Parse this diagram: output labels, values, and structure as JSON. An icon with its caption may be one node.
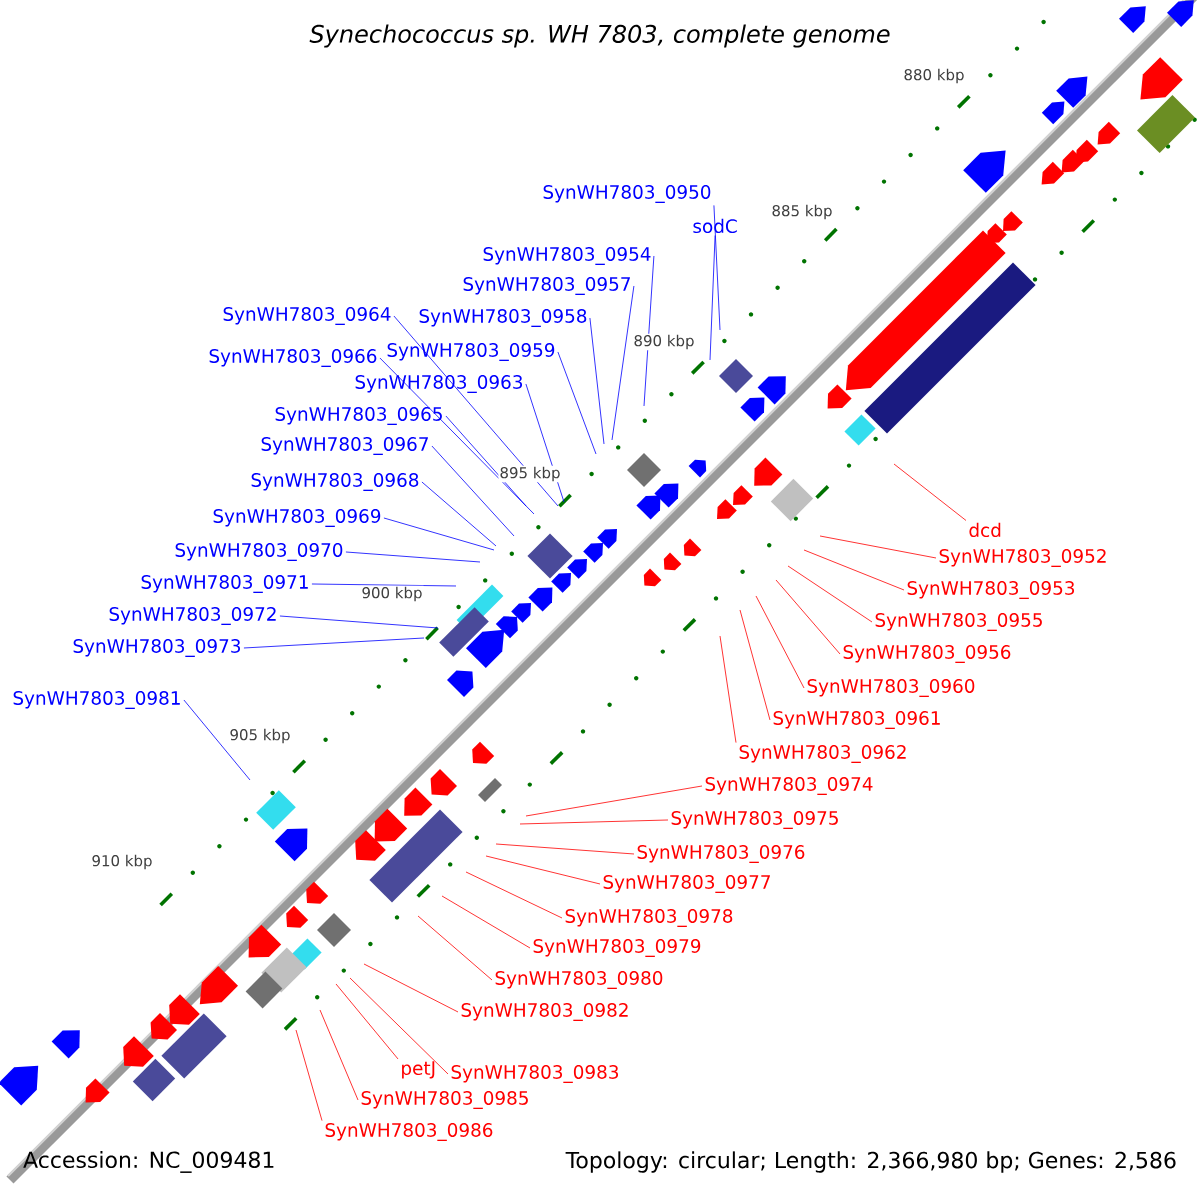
{
  "diagram": {
    "title": "Synechococcus sp. WH 7803, complete genome",
    "nodes": [
      {
        "text": [
          "SynWH7803_0950"
        ]
      },
      {
        "text": [
          "sodC"
        ]
      },
      {
        "text": [
          "SynWH7803_0954"
        ]
      },
      {
        "text": [
          "SynWH7803_0957"
        ]
      },
      {
        "text": [
          "SynWH7803_0958"
        ]
      },
      {
        "text": [
          "SynWH7803_0964"
        ]
      },
      {
        "text": [
          "SynWH7803_0959"
        ]
      },
      {
        "text": [
          "SynWH7803_0966"
        ]
      },
      {
        "text": [
          "SynWH7803_0963"
        ]
      },
      {
        "text": [
          "SynWH7803_0965"
        ]
      },
      {
        "text": [
          "SynWH7803_0967"
        ]
      },
      {
        "text": [
          "SynWH7803_0968"
        ]
      },
      {
        "text": [
          "SynWH7803_0969"
        ]
      },
      {
        "text": [
          "SynWH7803_0970"
        ]
      },
      {
        "text": [
          "SynWH7803_0971"
        ]
      },
      {
        "text": [
          "SynWH7803_0972"
        ]
      },
      {
        "text": [
          "SynWH7803_0973"
        ]
      },
      {
        "text": [
          "SynWH7803_0981"
        ]
      },
      {
        "text": [
          "dcd"
        ]
      },
      {
        "text": [
          "SynWH7803_0952"
        ]
      },
      {
        "text": [
          "SynWH7803_0953"
        ]
      },
      {
        "text": [
          "SynWH7803_0955"
        ]
      },
      {
        "text": [
          "SynWH7803_0956"
        ]
      },
      {
        "text": [
          "SynWH7803_0960"
        ]
      },
      {
        "text": [
          "SynWH7803_0961"
        ]
      },
      {
        "text": [
          "SynWH7803_0962"
        ]
      },
      {
        "text": [
          "SynWH7803_0974"
        ]
      },
      {
        "text": [
          "SynWH7803_0975"
        ]
      },
      {
        "text": [
          "SynWH7803_0976"
        ]
      },
      {
        "text": [
          "SynWH7803_0977"
        ]
      },
      {
        "text": [
          "SynWH7803_0978"
        ]
      },
      {
        "text": [
          "SynWH7803_0979"
        ]
      },
      {
        "text": [
          "SynWH7803_0980"
        ]
      },
      {
        "text": [
          "SynWH7803_0982"
        ]
      },
      {
        "text": [
          "petJ"
        ]
      },
      {
        "text": [
          "SynWH7803_0983"
        ]
      },
      {
        "text": [
          "SynWH7803_0985"
        ]
      },
      {
        "text": [
          "SynWH7803_0986"
        ]
      }
    ],
    "edges": [
      {
        "from": 0,
        "to": null,
        "arrow": "none",
        "color": "#0000ff"
      },
      {
        "from": 1,
        "to": null,
        "arrow": "none",
        "color": "#0000ff"
      },
      {
        "from": 2,
        "to": null,
        "arrow": "none",
        "color": "#0000ff"
      },
      {
        "from": 3,
        "to": null,
        "arrow": "none",
        "color": "#0000ff"
      },
      {
        "from": 4,
        "to": null,
        "arrow": "none",
        "color": "#0000ff"
      },
      {
        "from": 5,
        "to": null,
        "arrow": "none",
        "color": "#0000ff"
      },
      {
        "from": 6,
        "to": null,
        "arrow": "none",
        "color": "#0000ff"
      },
      {
        "from": 7,
        "to": null,
        "arrow": "none",
        "color": "#0000ff"
      },
      {
        "from": 8,
        "to": null,
        "arrow": "none",
        "color": "#0000ff"
      },
      {
        "from": 9,
        "to": null,
        "arrow": "none",
        "color": "#0000ff"
      },
      {
        "from": 10,
        "to": null,
        "arrow": "none",
        "color": "#0000ff"
      },
      {
        "from": 11,
        "to": null,
        "arrow": "none",
        "color": "#0000ff"
      },
      {
        "from": 12,
        "to": null,
        "arrow": "none",
        "color": "#0000ff"
      },
      {
        "from": 13,
        "to": null,
        "arrow": "none",
        "color": "#0000ff"
      },
      {
        "from": 14,
        "to": null,
        "arrow": "none",
        "color": "#0000ff"
      },
      {
        "from": 15,
        "to": null,
        "arrow": "none",
        "color": "#0000ff"
      },
      {
        "from": 16,
        "to": null,
        "arrow": "none",
        "color": "#0000ff"
      },
      {
        "from": 17,
        "to": null,
        "arrow": "none",
        "color": "#0000ff"
      },
      {
        "from": 18,
        "to": null,
        "arrow": "none",
        "color": "#ff0000"
      },
      {
        "from": 19,
        "to": null,
        "arrow": "none",
        "color": "#ff0000"
      },
      {
        "from": 20,
        "to": null,
        "arrow": "none",
        "color": "#ff0000"
      },
      {
        "from": 21,
        "to": null,
        "arrow": "none",
        "color": "#ff0000"
      },
      {
        "from": 22,
        "to": null,
        "arrow": "none",
        "color": "#ff0000"
      },
      {
        "from": 23,
        "to": null,
        "arrow": "none",
        "color": "#ff0000"
      },
      {
        "from": 24,
        "to": null,
        "arrow": "none",
        "color": "#ff0000"
      },
      {
        "from": 25,
        "to": null,
        "arrow": "none",
        "color": "#ff0000"
      },
      {
        "from": 26,
        "to": null,
        "arrow": "none",
        "color": "#ff0000"
      },
      {
        "from": 27,
        "to": null,
        "arrow": "none",
        "color": "#ff0000"
      },
      {
        "from": 28,
        "to": null,
        "arrow": "none",
        "color": "#ff0000"
      },
      {
        "from": 29,
        "to": null,
        "arrow": "none",
        "color": "#ff0000"
      },
      {
        "from": 30,
        "to": null,
        "arrow": "none",
        "color": "#ff0000"
      },
      {
        "from": 31,
        "to": null,
        "arrow": "none",
        "color": "#ff0000"
      },
      {
        "from": 32,
        "to": null,
        "arrow": "none",
        "color": "#ff0000"
      },
      {
        "from": 33,
        "to": null,
        "arrow": "none",
        "color": "#ff0000"
      },
      {
        "from": 34,
        "to": null,
        "arrow": "none",
        "color": "#ff0000"
      },
      {
        "from": 35,
        "to": null,
        "arrow": "none",
        "color": "#ff0000"
      },
      {
        "from": 36,
        "to": null,
        "arrow": "none",
        "color": "#ff0000"
      },
      {
        "from": 37,
        "to": null,
        "arrow": "none",
        "color": "#ff0000"
      }
    ],
    "labels": [
      "880 kbp",
      "885 kbp",
      "890 kbp",
      "895 kbp",
      "900 kbp",
      "905 kbp",
      "910 kbp",
      "Accession: NC_009481",
      "Topology: circular; Length: 2,366,980 bp; Genes: 2,586"
    ]
  }
}
